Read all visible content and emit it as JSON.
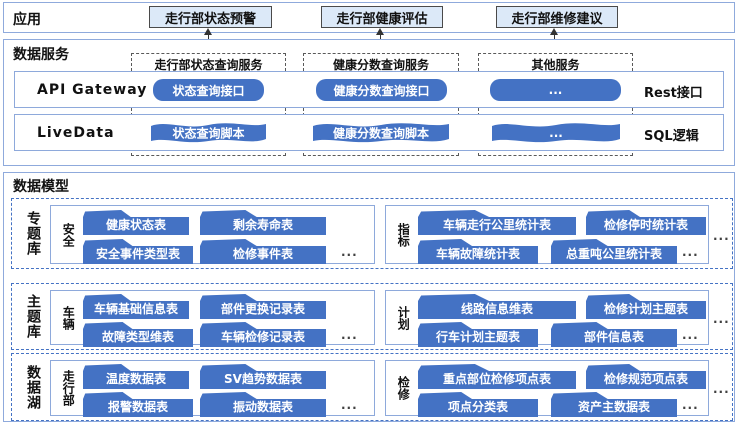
{
  "colors": {
    "shape_blue": "#4472C4",
    "button_fill": "#DCE9F8",
    "section_border": "#8FAADC",
    "model_dash": "#4472C4",
    "service_dash": "#595959"
  },
  "app": {
    "title": "应用",
    "buttons": [
      {
        "label": "走行部状态预警"
      },
      {
        "label": "走行部健康评估"
      },
      {
        "label": "走行部维修建议"
      }
    ]
  },
  "services": {
    "title": "数据服务",
    "groups": [
      {
        "label": "走行部状态查询服务"
      },
      {
        "label": "健康分数查询服务"
      },
      {
        "label": "其他服务"
      }
    ],
    "api_row": {
      "label": "API Gateway",
      "items": [
        "状态查询接口",
        "健康分数查询接口",
        "..."
      ],
      "type_label": "Rest接口"
    },
    "script_row": {
      "label": "LiveData",
      "items": [
        "状态查询脚本",
        "健康分数查询脚本",
        "..."
      ],
      "type_label": "SQL逻辑"
    }
  },
  "model": {
    "title": "数据模型",
    "rows": [
      {
        "label": "专题库",
        "more": "...",
        "groups": [
          {
            "label": "安全",
            "more": "...",
            "tables": [
              "健康状态表",
              "剩余寿命表",
              "安全事件类型表",
              "检修事件表"
            ]
          },
          {
            "label": "指标",
            "more": "...",
            "tables": [
              "车辆走行公里统计表",
              "检修停时统计表",
              "车辆故障统计表",
              "总重吨公里统计表"
            ]
          }
        ]
      },
      {
        "label": "主题库",
        "more": "...",
        "groups": [
          {
            "label": "车辆",
            "more": "...",
            "tables": [
              "车辆基础信息表",
              "部件更换记录表",
              "故障类型维表",
              "车辆检修记录表"
            ]
          },
          {
            "label": "计划",
            "more": "...",
            "tables": [
              "线路信息维表",
              "检修计划主题表",
              "行车计划主题表",
              "部件信息表"
            ]
          }
        ]
      },
      {
        "label": "数据湖",
        "more": "...",
        "groups": [
          {
            "label": "走行部",
            "more": "...",
            "tables": [
              "温度数据表",
              "SV趋势数据表",
              "报警数据表",
              "振动数据表"
            ]
          },
          {
            "label": "检修",
            "more": "...",
            "tables": [
              "重点部位检修项点表",
              "检修规范项点表",
              "项点分类表",
              "资产主数据表"
            ]
          }
        ]
      }
    ]
  }
}
